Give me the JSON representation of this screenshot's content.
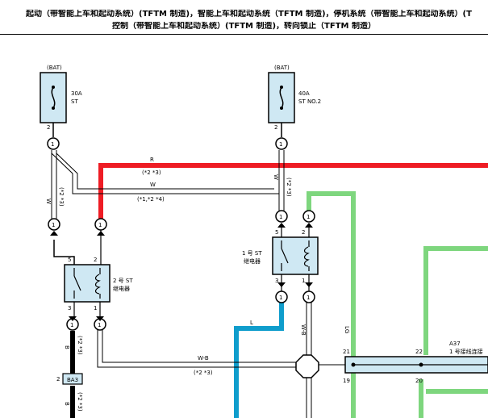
{
  "header": {
    "line1": "起动（带智能上车和起动系统）(TFTM 制造)，智能上车和起动系统（TFTM 制造)，停机系统（带智能上车和起动系统）(T",
    "line2": "控制（带智能上车和起动系统）(TFTM 制造)，转向锁止（TFTM 制造）"
  },
  "fuses": [
    {
      "source": "(BAT)",
      "rating": "30A",
      "name": "ST",
      "pin": "2"
    },
    {
      "source": "(BAT)",
      "rating": "40A",
      "name": "ST NO.2",
      "pin": "2"
    }
  ],
  "connectors": {
    "c1": "1",
    "c2": "1",
    "c3": "1",
    "c4": "1",
    "c5": "1",
    "c6": "1",
    "c7": "1",
    "c8": "1",
    "c9": "1",
    "c10": "1"
  },
  "relays": [
    {
      "label1": "2 号 ST",
      "label2": "继电器",
      "pins": [
        "5",
        "2",
        "3",
        "1"
      ]
    },
    {
      "label1": "1 号 ST",
      "label2": "继电器",
      "pins": [
        "5",
        "2",
        "3",
        "1"
      ]
    }
  ],
  "wires": {
    "r_color": "R",
    "r_note": "(*2 *3)",
    "w_color": "W",
    "w_note": "(*1,*2 *4)",
    "w_left": "W",
    "w_left_note": "(*2 *3)",
    "w_right": "W",
    "w_right_note": "(*2 *3)",
    "l_color": "L",
    "wb_color": "W-B",
    "wb_note": "(*2 *3)",
    "wb_vert": "W-B",
    "b_color": "B",
    "b_note": "(*2 *3)",
    "b_color2": "B",
    "b_note2": "(*2 *3)",
    "lg": "LG"
  },
  "junction": {
    "name": "A37",
    "label": "1 号接线连接",
    "pins": [
      "21",
      "22",
      "19",
      "20"
    ]
  },
  "ba3": {
    "label": "BA3",
    "pin": "2"
  },
  "colors": {
    "red": "#ee1c24",
    "green": "#7ed67e",
    "blue": "#0f9dcc",
    "black": "#000000",
    "panel": "#cfe8f3"
  }
}
